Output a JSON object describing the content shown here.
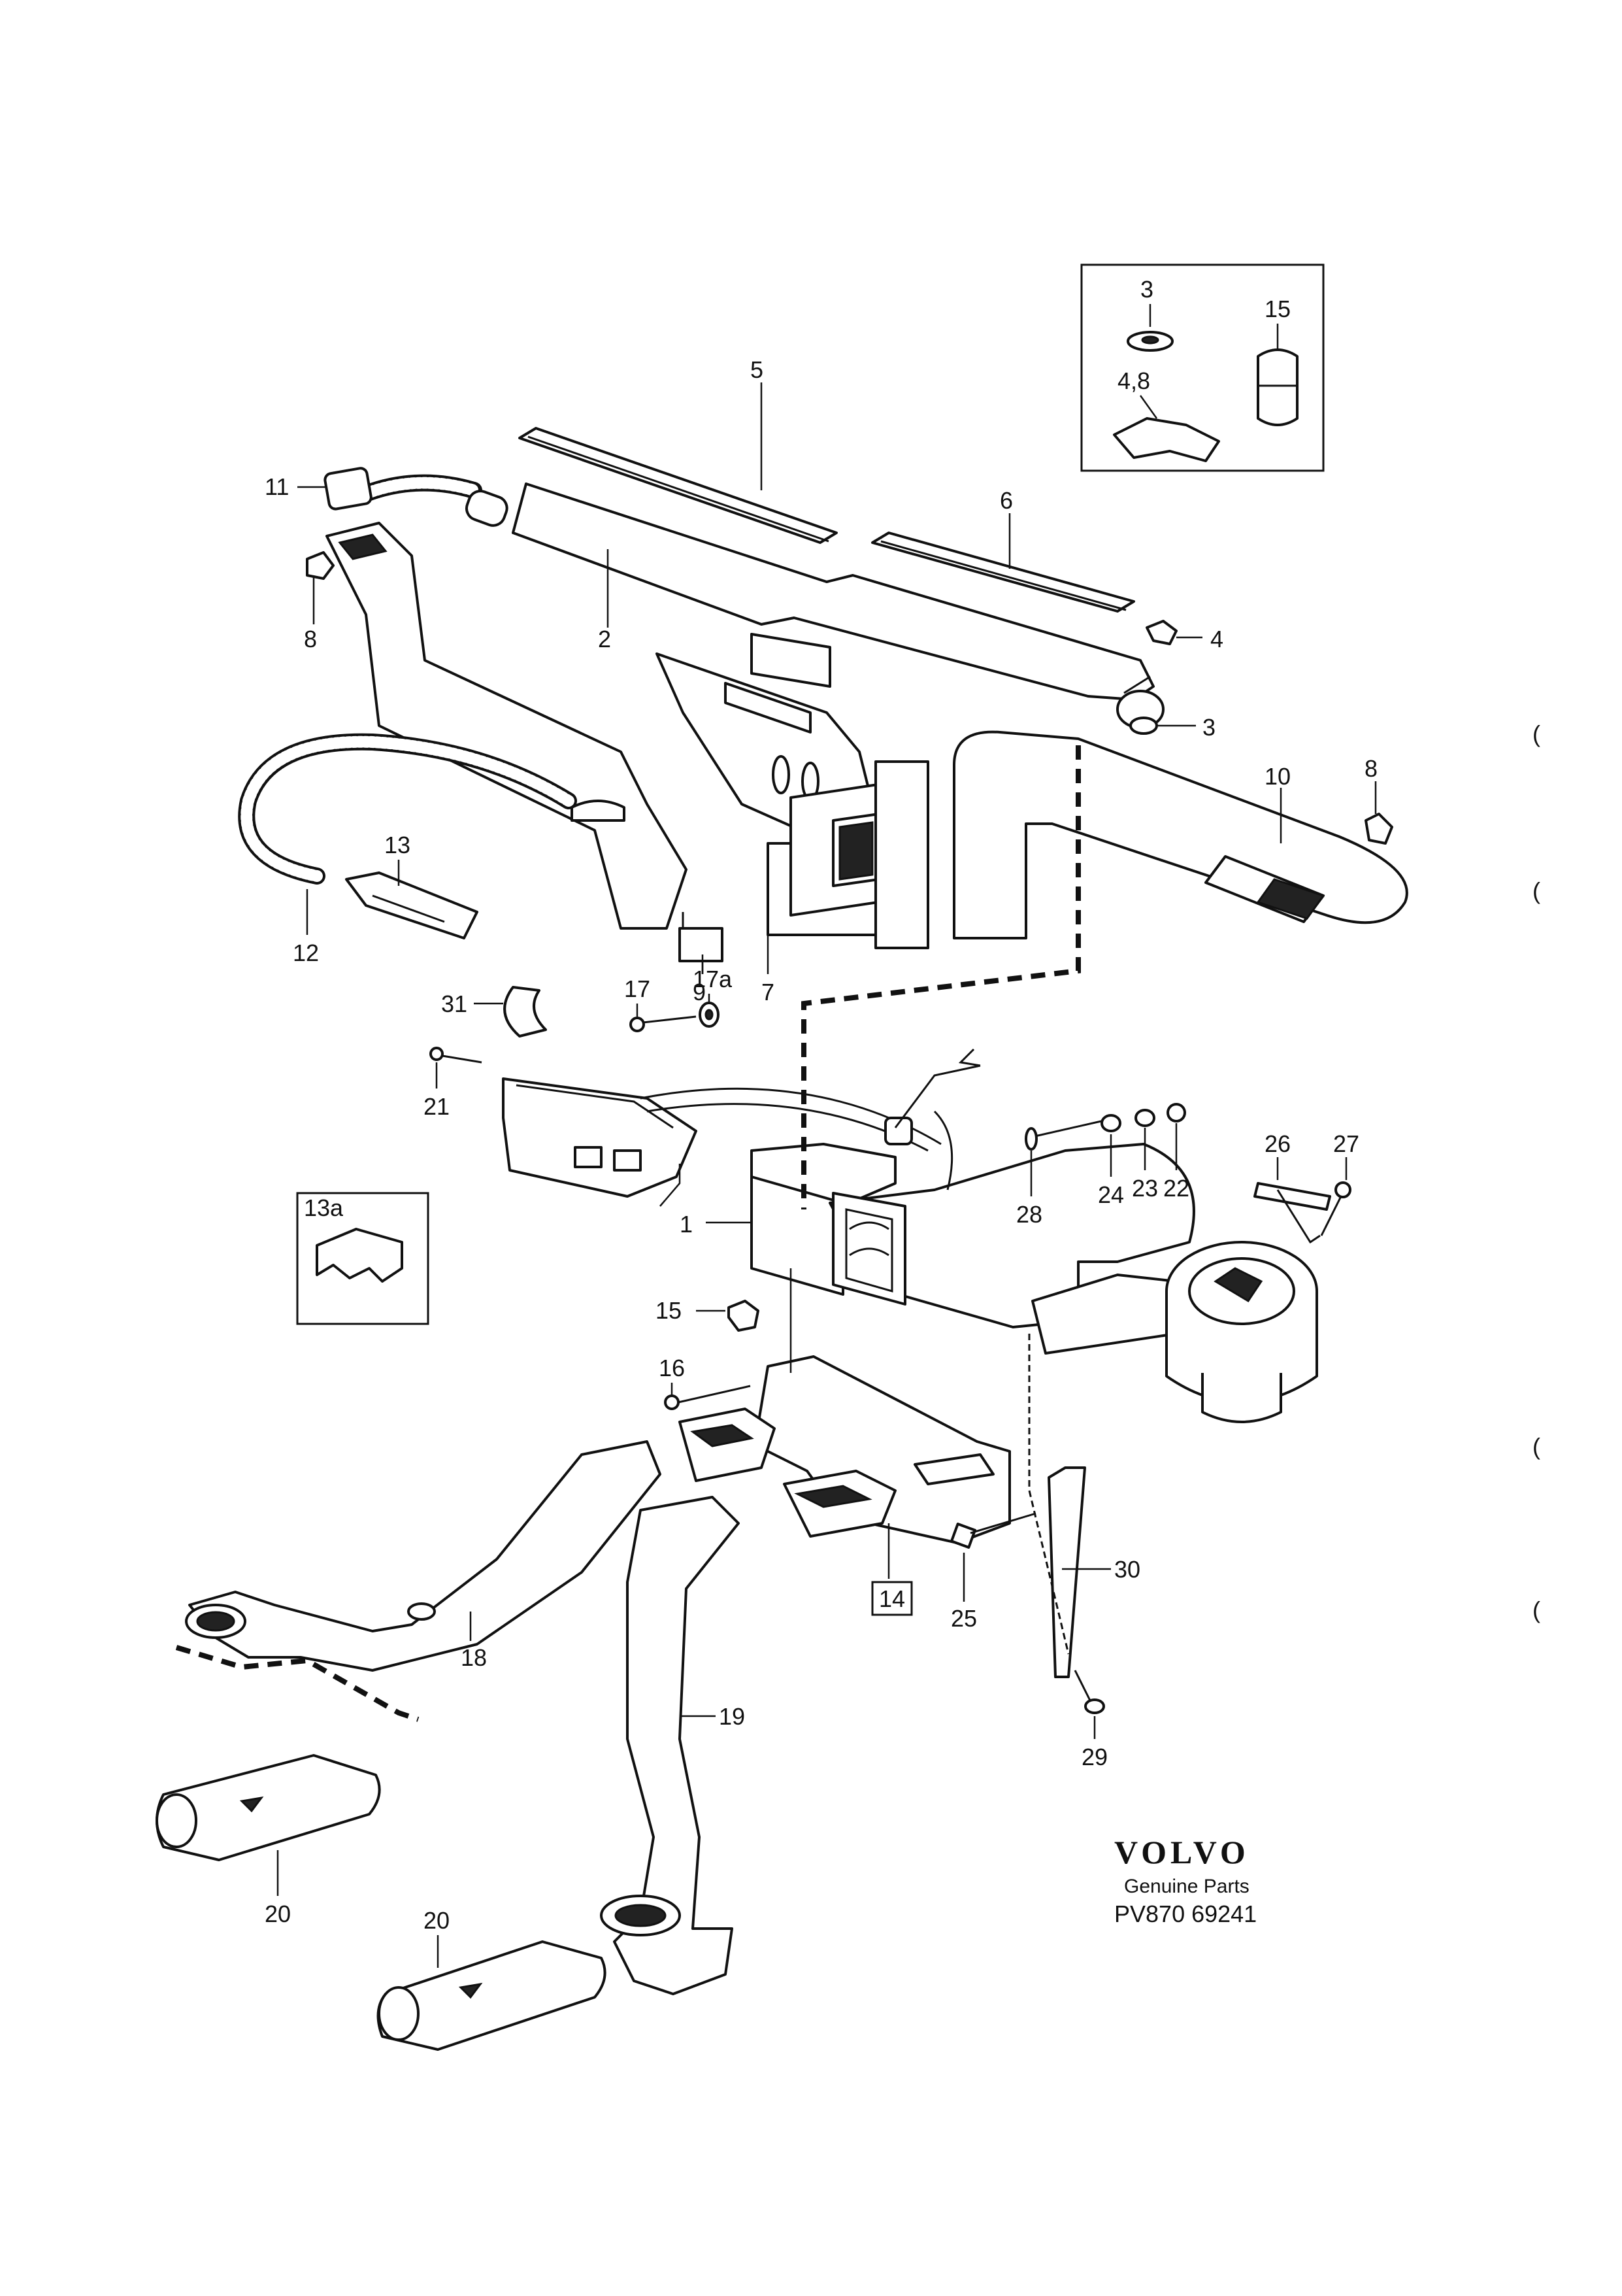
{
  "inset": {
    "labels": [
      "3",
      "15",
      "4,8"
    ]
  },
  "inset_13a": {
    "label": "13a"
  },
  "callouts": {
    "c1": "1",
    "c2": "2",
    "c3a": "3",
    "c4": "4",
    "c5": "5",
    "c6": "6",
    "c7": "7",
    "c8a": "8",
    "c8b": "8",
    "c9": "9",
    "c10": "10",
    "c11": "11",
    "c12": "12",
    "c13": "13",
    "c14": "14",
    "c15": "15",
    "c16": "16",
    "c17": "17",
    "c17a": "17a",
    "c18": "18",
    "c19": "19",
    "c20a": "20",
    "c20b": "20",
    "c21": "21",
    "c22": "22",
    "c23": "23",
    "c24": "24",
    "c25": "25",
    "c26": "26",
    "c27": "27",
    "c28": "28",
    "c29": "29",
    "c30": "30",
    "c31": "31"
  },
  "branding": {
    "brand": "VOLVO",
    "subtitle": "Genuine Parts",
    "code": "PV870 69241"
  }
}
